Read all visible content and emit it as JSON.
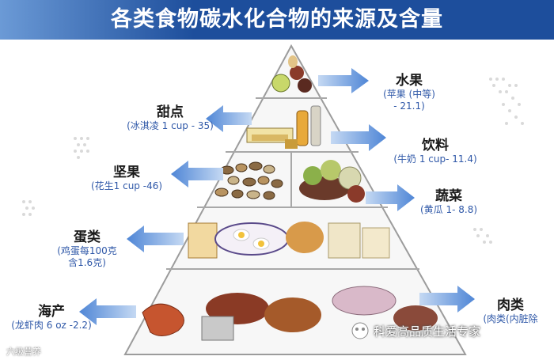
{
  "title": "各类食物碳水化合物的来源及含量",
  "watermark": "科爱高品质生活专家",
  "corner_mark": "六级营养",
  "labels": {
    "fruit": {
      "name": "水果",
      "value": "(苹果 (中等)",
      "value2": "- 21.1)"
    },
    "sweets": {
      "name": "甜点",
      "value": "(冰淇凌 1 cup - 35)"
    },
    "drinks": {
      "name": "饮料",
      "value": "(牛奶 1 cup- 11.4)"
    },
    "nuts": {
      "name": "坚果",
      "value": "(花生1 cup -46)"
    },
    "vegetables": {
      "name": "蔬菜",
      "value": "(黄瓜 1- 8.8)"
    },
    "eggs": {
      "name": "蛋类",
      "value": "(鸡蛋每100克",
      "value2": "含1.6克)"
    },
    "seafood": {
      "name": "海产",
      "value": "(龙虾肉 6 oz -2.2)"
    },
    "meat": {
      "name": "肉类",
      "value": "(肉类(内脏除"
    }
  },
  "colors": {
    "banner_dark": "#1d4e9c",
    "banner_light": "#6b9ad6",
    "arrow": "#4f86d6",
    "value_text": "#2f58a8"
  }
}
